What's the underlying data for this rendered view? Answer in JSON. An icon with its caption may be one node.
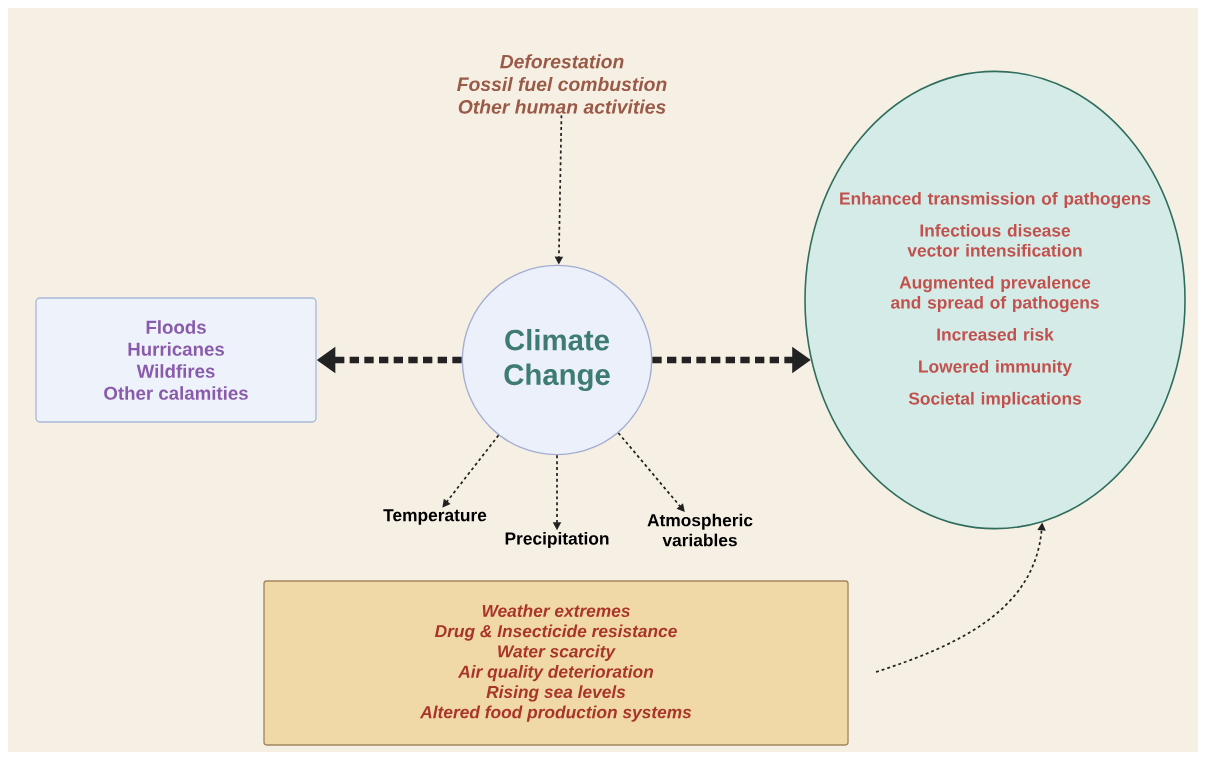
{
  "diagram": {
    "nodes": [
      {
        "text": [
          "Deforestation",
          "Fossil fuel combustion",
          "Other human activities"
        ]
      },
      {
        "text": [
          "Climate Change"
        ]
      },
      {
        "text": [
          "Floods",
          "Hurricanes",
          "Wildfires",
          "Other calamities"
        ]
      },
      {
        "text": [
          "Enhanced transmission of pathogens",
          "Infectious disease vector intensification",
          "Augmented prevalence and spread of pathogens",
          "Increased risk",
          "Lowered immunity",
          "Societal implications"
        ]
      },
      {
        "text": [
          "Temperature"
        ]
      },
      {
        "text": [
          "Precipitation"
        ]
      },
      {
        "text": [
          "Atmospheric variables"
        ]
      },
      {
        "text": [
          "Weather extremes",
          "Drug & Insecticide resistance",
          "Water scarcity",
          "Air quality deterioration",
          "Rising sea levels",
          "Altered food production systems"
        ]
      }
    ],
    "edges": [
      {
        "from": 0,
        "to": 1,
        "arrow": "to",
        "style": "dashed"
      },
      {
        "from": 1,
        "to": 2,
        "arrow": "to",
        "style": "dashed"
      },
      {
        "from": 1,
        "to": 3,
        "arrow": "to",
        "style": "dashed"
      },
      {
        "from": 1,
        "to": 4,
        "arrow": "to",
        "style": "dashed"
      },
      {
        "from": 1,
        "to": 5,
        "arrow": "to",
        "style": "dashed"
      },
      {
        "from": 1,
        "to": 6,
        "arrow": "to",
        "style": "dashed"
      },
      {
        "from": null,
        "to": 3,
        "arrow": "to",
        "style": "dashed"
      }
    ]
  }
}
